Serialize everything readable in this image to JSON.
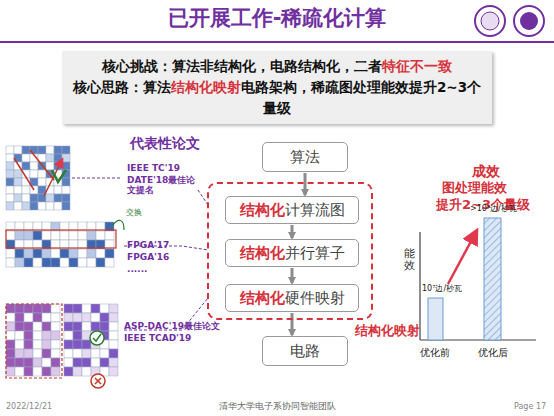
{
  "diagram": {
    "title": "已开展工作-稀疏化计算",
    "nodes": [
      {
        "text": [
          "核心挑战：算法非结构化，电路结构化，二者",
          "特征不一致",
          "核心思路：算法",
          "结构化映射",
          "电路架构，稀疏图处理能效提升2~3个量级"
        ]
      },
      {
        "text": [
          "算法"
        ]
      },
      {
        "text": [
          "结构化映射"
        ]
      },
      {
        "text": [
          "结构化",
          "计算流图"
        ],
        "in": 2
      },
      {
        "text": [
          "结构化",
          "并行算子"
        ],
        "in": 2
      },
      {
        "text": [
          "结构化",
          "硬件映射"
        ],
        "in": 2
      },
      {
        "text": [
          "电路"
        ]
      }
    ],
    "edges": [
      {
        "from": 1,
        "to": 3,
        "arrow": "to"
      },
      {
        "from": 3,
        "to": 4,
        "arrow": "to"
      },
      {
        "from": 4,
        "to": 5,
        "arrow": "to"
      },
      {
        "from": 5,
        "to": 6,
        "arrow": "to"
      }
    ],
    "labels": [
      "代表性论文",
      "IEEE TC'19",
      "DATE'18最佳论文提名",
      "交换",
      "FPGA'17",
      "FPGA'16",
      "......",
      "ASP-DAC'19最佳论文",
      "IEEE TCAD'19",
      "成效",
      "图处理能效",
      "提升2~3个量级",
      "能效",
      "10⁷边/秒瓦",
      ">10⁹边/秒瓦",
      "优化前",
      "优化后",
      "2022/12/21",
      "清华大学电子系协同智能团队",
      "Page 17"
    ]
  }
}
